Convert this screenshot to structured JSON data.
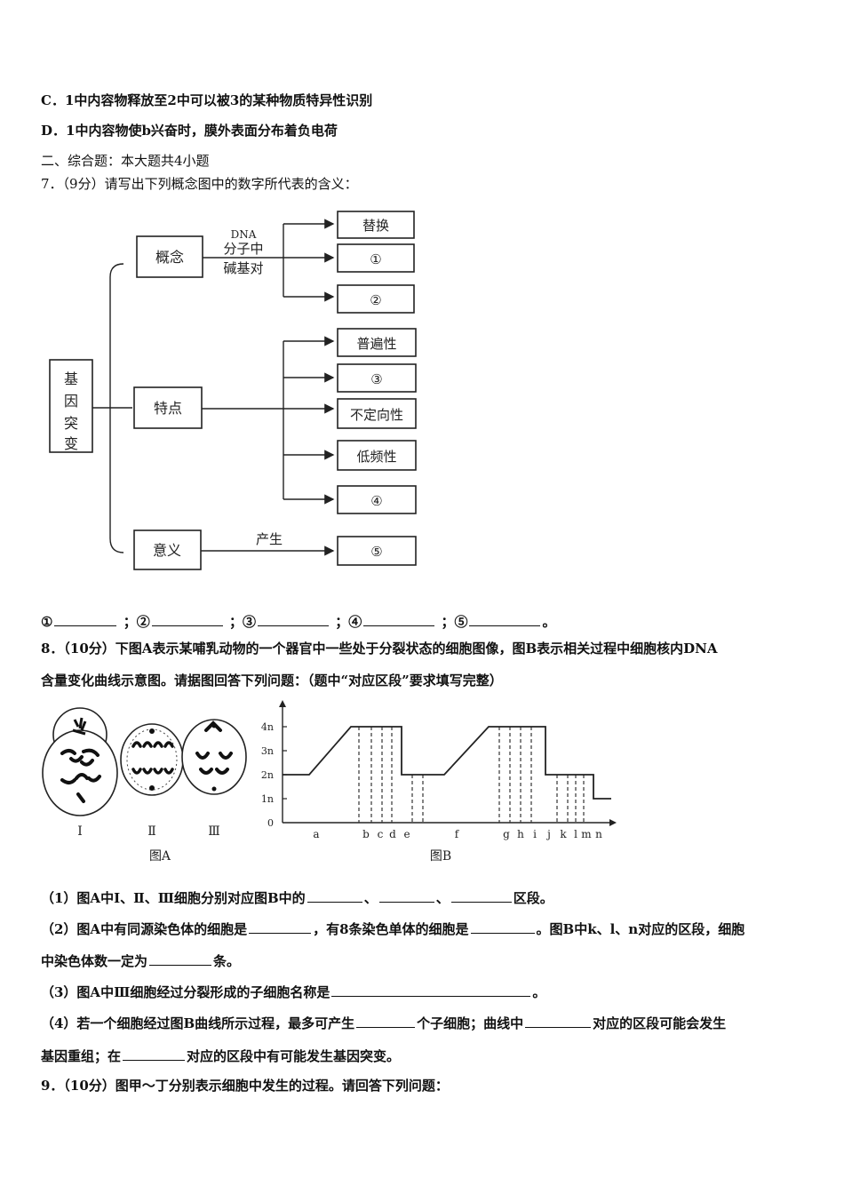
{
  "options": {
    "c": "C．1中内容物释放至2中可以被3的某种物质特异性识别",
    "d": "D．1中内容物使b兴奋时，膜外表面分布着负电荷"
  },
  "section2": "二、综合题：本大题共4小题",
  "q7": {
    "stem": "7．（9分）请写出下列概念图中的数字所代表的含义：",
    "diagram": {
      "root": "基因突变",
      "nodes": [
        "概念",
        "特点",
        "意义"
      ],
      "concept_edge_label": [
        "DNA",
        "分子中",
        "碱基对"
      ],
      "concept_targets": [
        "替换",
        "①",
        "②"
      ],
      "feature_targets": [
        "普遍性",
        "③",
        "不定向性",
        "低频性",
        "④"
      ],
      "meaning_edge_label": "产生",
      "meaning_target": "⑤"
    },
    "answers": [
      "①",
      "；②",
      "；③",
      "；④",
      "；⑤",
      "。"
    ]
  },
  "q8": {
    "stem_line1": "8．（10分）下图A表示某哺乳动物的一个器官中一些处于分裂状态的细胞图像，图B表示相关过程中细胞核内DNA",
    "stem_line2": "含量变化曲线示意图。请据图回答下列问题：（题中“对应区段”要求填写完整）",
    "figA": {
      "cell_labels": [
        "Ⅰ",
        "Ⅱ",
        "Ⅲ"
      ],
      "caption": "图A"
    },
    "figB": {
      "caption": "图B",
      "y_ticks": [
        "4n",
        "3n",
        "2n",
        "1n",
        "0"
      ],
      "x_labels": [
        "a",
        "b",
        "c",
        "d",
        "e",
        "f",
        "g",
        "h",
        "i",
        "j",
        "k",
        "l",
        "m",
        "n"
      ]
    },
    "p1_a": "（1）图A中Ⅰ、Ⅱ、Ⅲ细胞分别对应图B中的",
    "p1_b": "、",
    "p1_c": "、",
    "p1_d": "区段。",
    "p2_a": "（2）图A中有同源染色体的细胞是",
    "p2_b": "，有8条染色单体的细胞是",
    "p2_c": "。图B中k、l、n对应的区段，细胞",
    "p2_d": "中染色体数一定为",
    "p2_e": "条。",
    "p3_a": "（3）图A中Ⅲ细胞经过分裂形成的子细胞名称是",
    "p3_b": "。",
    "p4_a": "（4）若一个细胞经过图B曲线所示过程，最多可产生",
    "p4_b": "个子细胞；曲线中",
    "p4_c": "对应的区段可能会发生",
    "p4_d": "基因重组；在",
    "p4_e": "对应的区段中有可能发生基因突变。"
  },
  "q9": {
    "stem": "9．（10分）图甲～丁分别表示细胞中发生的过程。请回答下列问题："
  }
}
